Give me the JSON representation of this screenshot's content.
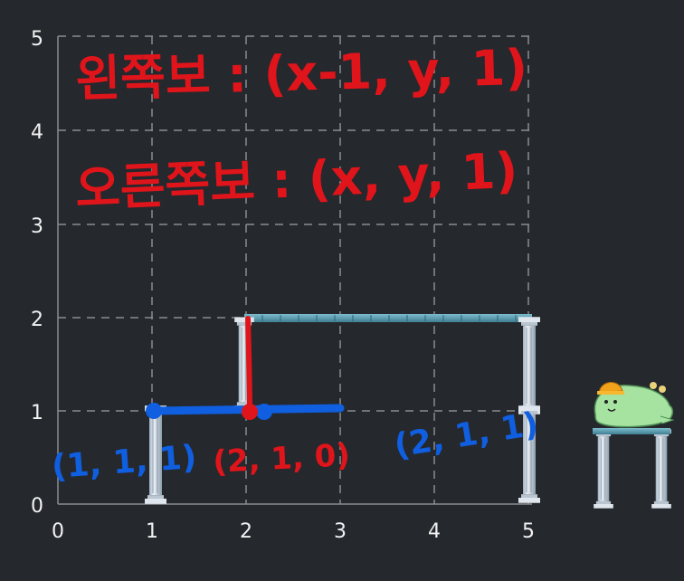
{
  "grid": {
    "x_ticks": [
      "0",
      "1",
      "2",
      "3",
      "4",
      "5"
    ],
    "y_ticks": [
      "0",
      "1",
      "2",
      "3",
      "4",
      "5"
    ]
  },
  "annotations": {
    "line1": "왼쪽보 : (x-1, y, 1)",
    "line2": "오른쪽보 : (x, y, 1)",
    "label_a": "(1, 1, 1)",
    "label_b": "(2, 1, 0)",
    "label_c": "(2, 1, 1)"
  },
  "colors": {
    "background": "#25282d",
    "grid": "#8a8d92",
    "red_ink": "#e0151b",
    "blue_ink": "#0f5fe0",
    "beam": "#5aa0b4",
    "pillar": "#c9d3dd",
    "creature": "#a6e3a1"
  },
  "icons": [
    "pillar-icon",
    "beam-icon",
    "dino-mascot-icon"
  ]
}
